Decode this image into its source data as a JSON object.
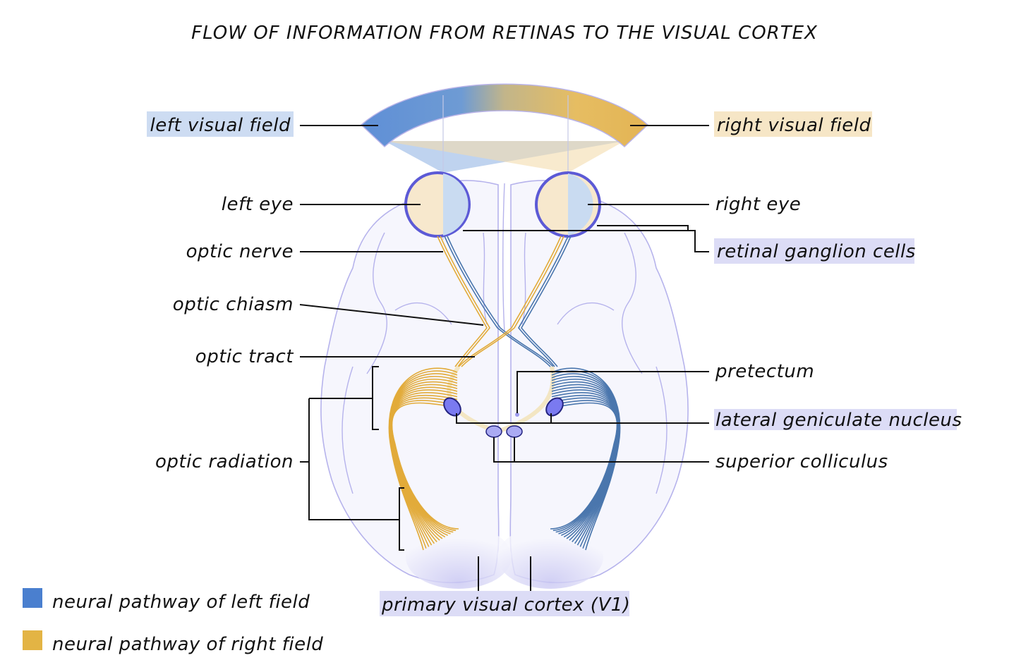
{
  "title": "FLOW OF INFORMATION FROM RETINAS TO THE VISUAL CORTEX",
  "colors": {
    "left_pathway": "#4a7fcf",
    "right_pathway": "#e3b444",
    "highlight_left": "#cddcf2",
    "highlight_right": "#f6e6c6",
    "highlight_purple": "#dcdcf6",
    "brain_outline": "#b6b3ec",
    "nucleus": "#7a7af0"
  },
  "labels": {
    "left_visual_field": "left visual field",
    "right_visual_field": "right visual field",
    "left_eye": "left eye",
    "right_eye": "right eye",
    "optic_nerve": "optic nerve",
    "retinal_ganglion_cells": "retinal ganglion cells",
    "optic_chiasm": "optic chiasm",
    "optic_tract": "optic tract",
    "pretectum": "pretectum",
    "lateral_geniculate_nucleus": "lateral geniculate nucleus",
    "optic_radiation": "optic radiation",
    "superior_colliculus": "superior colliculus",
    "primary_visual_cortex": "primary visual cortex (V1)"
  },
  "legend": [
    {
      "label": "neural pathway of left field",
      "color": "#4a7fcf"
    },
    {
      "label": "neural pathway of right field",
      "color": "#e3b444"
    }
  ]
}
